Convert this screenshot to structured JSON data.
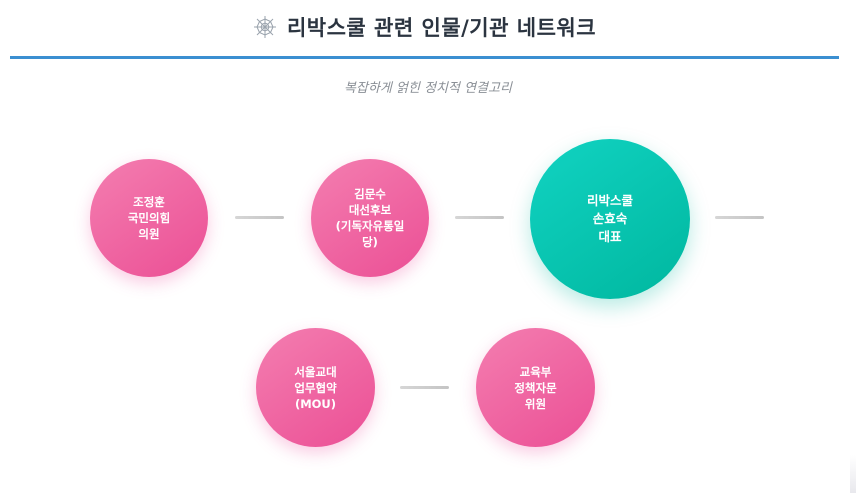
{
  "header": {
    "title": "리박스쿨 관련 인물/기관 네트워크",
    "icon": "spider-web-icon"
  },
  "subtitle": "복잡하게 얽힌 정치적 연결고리",
  "colors": {
    "pink_node": "#eb4f95",
    "teal_node": "#00b79f",
    "header_rule": "#3b8fd1"
  },
  "nodes": {
    "jo": {
      "label": "조정훈\n국민의힘\n의원"
    },
    "kim": {
      "label": "김문수\n대선후보\n(기독자유통일\n당)"
    },
    "center": {
      "label": "리박스쿨\n손효숙\n대표"
    },
    "seoul": {
      "label": "서울교대\n업무협약\n(MOU)"
    },
    "moe": {
      "label": "교육부\n정책자문\n위원"
    }
  }
}
